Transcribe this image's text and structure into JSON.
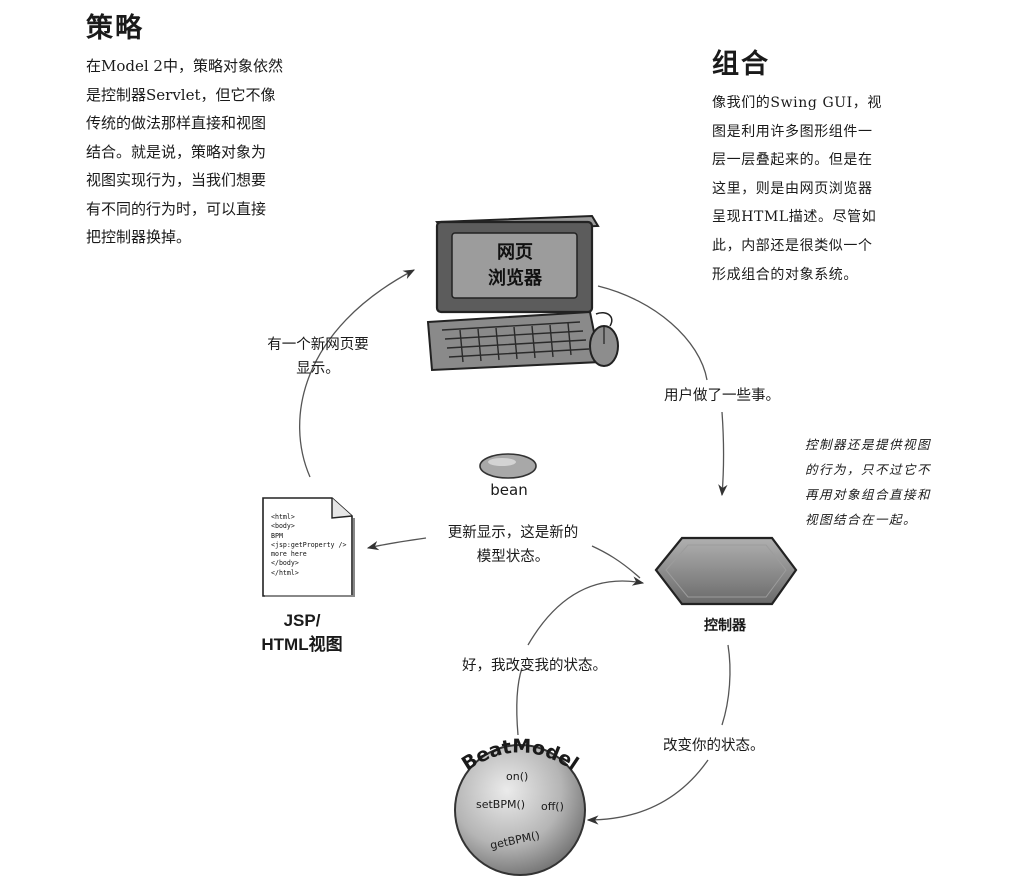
{
  "left_panel": {
    "heading": "策略",
    "body": "在Model 2中，策略对象依然\n是控制器Servlet，但它不像\n传统的做法那样直接和视图\n结合。就是说，策略对象为\n视图实现行为，当我们想要\n有不同的行为时，可以直接\n把控制器换掉。"
  },
  "right_panel": {
    "heading": "组合",
    "body": "像我们的Swing GUI，视\n图是利用许多图形组件一\n层一层叠起来的。但是在\n这里，则是由网页浏览器\n呈现HTML描述。尽管如\n此，内部还是很类似一个\n形成组合的对象系统。"
  },
  "browser": {
    "screen_text": "网页\n浏览器"
  },
  "jsp_view": {
    "code_lines": [
      "<html>",
      "<body>",
      "BPM",
      "<jsp:getProperty />",
      "more here",
      "</body>",
      "</html>"
    ],
    "caption": "JSP/\nHTML视图"
  },
  "bean_label": "bean",
  "controller_label": "控制器",
  "beat_model": {
    "title": "BeatModel",
    "methods": [
      "on()",
      "setBPM()",
      "off()",
      "getBPM()"
    ]
  },
  "flow_labels": {
    "new_page": "有一个新网页要\n显示。",
    "user_action": "用户做了一些事。",
    "update_display": "更新显示，这是新的\n模型状态。",
    "ok_changed": "好，我改变我的状态。",
    "change_state": "改变你的状态。"
  },
  "controller_note": "控制器还是提供视图\n的行为，只不过它不\n再用对象组合直接和\n视图结合在一起。"
}
